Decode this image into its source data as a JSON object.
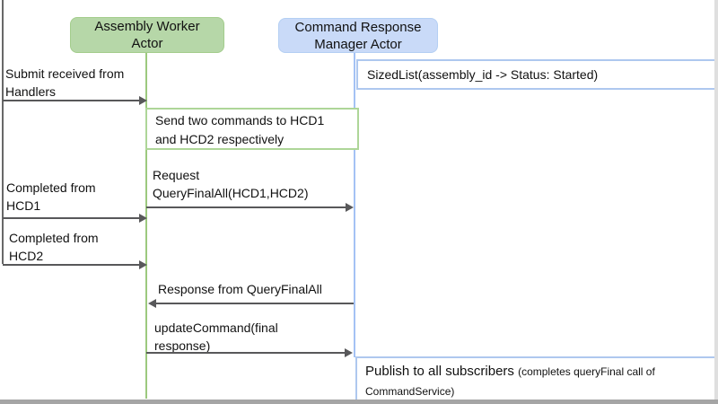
{
  "actors": [
    {
      "line1": "Assembly Worker",
      "line2": "Actor",
      "fill": "#b6d7a8",
      "border": "#a3cd8c"
    },
    {
      "line1": "Command Response",
      "line2": "Manager Actor",
      "fill": "#c9daf8",
      "border": "#b4cff3"
    }
  ],
  "notes": {
    "sized_list": {
      "text": "SizedList(assembly_id -> Status: Started)",
      "border": "#aec8ef"
    },
    "send_commands": {
      "line1": "Send two commands to HCD1",
      "line2": "and HCD2 respectively",
      "border": "#aed698"
    },
    "publish": {
      "text_main": "Publish to all subscribers ",
      "text_detail": "(completes queryFinal call of CommandService)",
      "border": "#aec8ef"
    }
  },
  "messages": {
    "submit": {
      "line1": "Submit received from",
      "line2": "Handlers"
    },
    "request": {
      "line1": "Request",
      "line2": "QueryFinalAll(HCD1,HCD2)"
    },
    "completed_hcd1": {
      "line1": "Completed from",
      "line2": "HCD1"
    },
    "completed_hcd2": {
      "line1": "Completed from",
      "line2": "HCD2"
    },
    "response": {
      "line1": "Response from QueryFinalAll"
    },
    "update_command": {
      "line1": "updateCommand(final",
      "line2": "response)"
    }
  },
  "colors": {
    "arrow": "#58585a",
    "lifeline_green": "#9cc97e",
    "lifeline_blue": "#a4c2f4",
    "external_line": "#686868",
    "slide_edge_bottom": "#a5a5a5",
    "slide_edge_right": "#dfdfdf"
  }
}
